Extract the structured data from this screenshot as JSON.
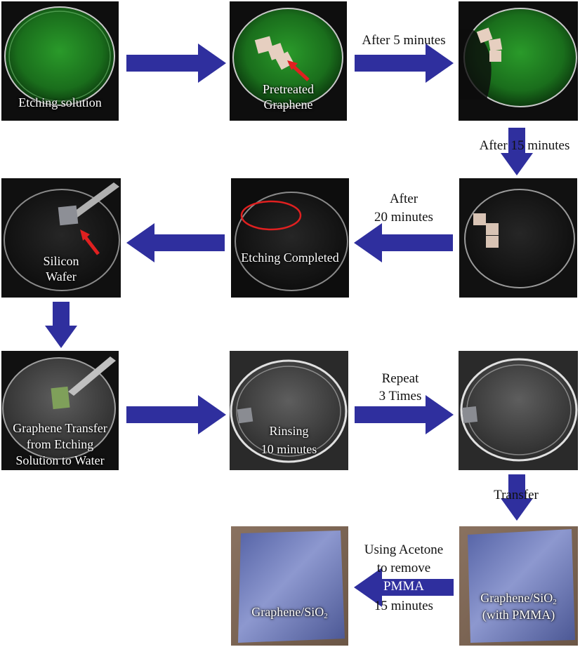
{
  "panels": {
    "p1": {
      "caption": "Etching solution"
    },
    "p2": {
      "caption_line1": "Pretreated",
      "caption_line2": "Graphene"
    },
    "p3": {},
    "p4": {},
    "p5": {
      "caption": "Etching Completed"
    },
    "p6": {
      "caption_line1": "Silicon",
      "caption_line2": "Wafer"
    },
    "p7": {
      "caption_line1": "Graphene Transfer",
      "caption_line2": "from  Etching",
      "caption_line3": "Solution to Water"
    },
    "p8": {
      "caption_line1": "Rinsing",
      "caption_line2": "10 minutes"
    },
    "p9": {},
    "p10": {
      "caption_line1": "Graphene/SiO",
      "caption_sub": "2",
      "caption_line2": "(with PMMA)"
    },
    "p11": {
      "caption_main": "Graphene/SiO",
      "caption_sub": "2"
    }
  },
  "arrows": {
    "a2": {
      "label": "After 5 minutes"
    },
    "a3": {
      "label": "After 15 minutes"
    },
    "a4": {
      "label_line1": "After",
      "label_line2": "20 minutes"
    },
    "a8": {
      "label_line1": "Repeat",
      "label_line2": "3 Times"
    },
    "a9": {
      "label": "Transfer"
    },
    "a10": {
      "label_line1": "Using Acetone",
      "label_line2": "to remove",
      "label_line3": "PMMA",
      "label_line4": "15 minutes"
    }
  },
  "colors": {
    "arrow": "#2f2f9e",
    "etch_green": "#1f8a24",
    "highlight_red": "#e02020",
    "wafer_blue": "#6c7bb8",
    "background": "#ffffff"
  }
}
